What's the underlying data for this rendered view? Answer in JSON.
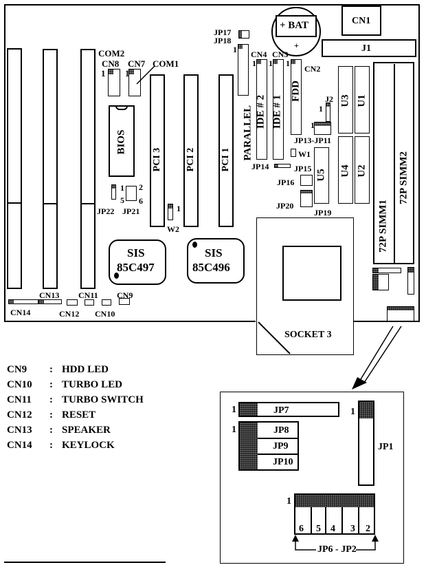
{
  "board": {
    "battery": "+ BAT",
    "battery_plus": "+",
    "cn1": "CN1",
    "j1": "J1",
    "com2": "COM2",
    "com1": "COM1",
    "cn8": "CN8",
    "cn7": "CN7",
    "pin1": "1",
    "bios": "BIOS",
    "pci3": "PCI 3",
    "pci2": "PCI 2",
    "pci1": "PCI 1",
    "parallel": "PARALLEL",
    "ide2": "IDE # 2",
    "ide1": "IDE # 1",
    "fdd": "FDD",
    "cn4": "CN4",
    "cn3": "CN3",
    "cn2": "CN2",
    "jp17": "JP17",
    "jp18": "JP18",
    "j2": "J2",
    "jp13_jp11": "JP13-JP11",
    "u3": "U3",
    "u1": "U1",
    "u4": "U4",
    "u2": "U2",
    "u5": "U5",
    "w1": "W1",
    "w2": "W2",
    "jp14": "JP14",
    "jp15": "JP15",
    "jp16": "JP16",
    "jp19": "JP19",
    "jp20": "JP20",
    "jp21": "JP21",
    "jp22": "JP22",
    "jp21_pins": [
      "1",
      "2",
      "5",
      "6"
    ],
    "simm1": "72P SIMM1",
    "simm2": "72P SIMM2",
    "chip1": [
      "SIS",
      "85C497"
    ],
    "chip2": [
      "SIS",
      "85C496"
    ],
    "socket": "SOCKET 3",
    "cn9": "CN9",
    "cn10": "CN10",
    "cn11": "CN11",
    "cn12": "CN12",
    "cn13": "CN13",
    "cn14": "CN14"
  },
  "legend": [
    {
      "key": "CN9",
      "sep": ":",
      "value": "HDD LED"
    },
    {
      "key": "CN10",
      "sep": ":",
      "value": "TURBO LED"
    },
    {
      "key": "CN11",
      "sep": ":",
      "value": "TURBO SWITCH"
    },
    {
      "key": "CN12",
      "sep": ":",
      "value": "RESET"
    },
    {
      "key": "CN13",
      "sep": ":",
      "value": "SPEAKER"
    },
    {
      "key": "CN14",
      "sep": ":",
      "value": "KEYLOCK"
    }
  ],
  "detail": {
    "jp7": "JP7",
    "jp8": "JP8",
    "jp9": "JP9",
    "jp10": "JP10",
    "jp1": "JP1",
    "pin1": "1",
    "jp_nums": [
      "6",
      "5",
      "4",
      "3",
      "2"
    ],
    "range": "JP6 - JP2"
  }
}
